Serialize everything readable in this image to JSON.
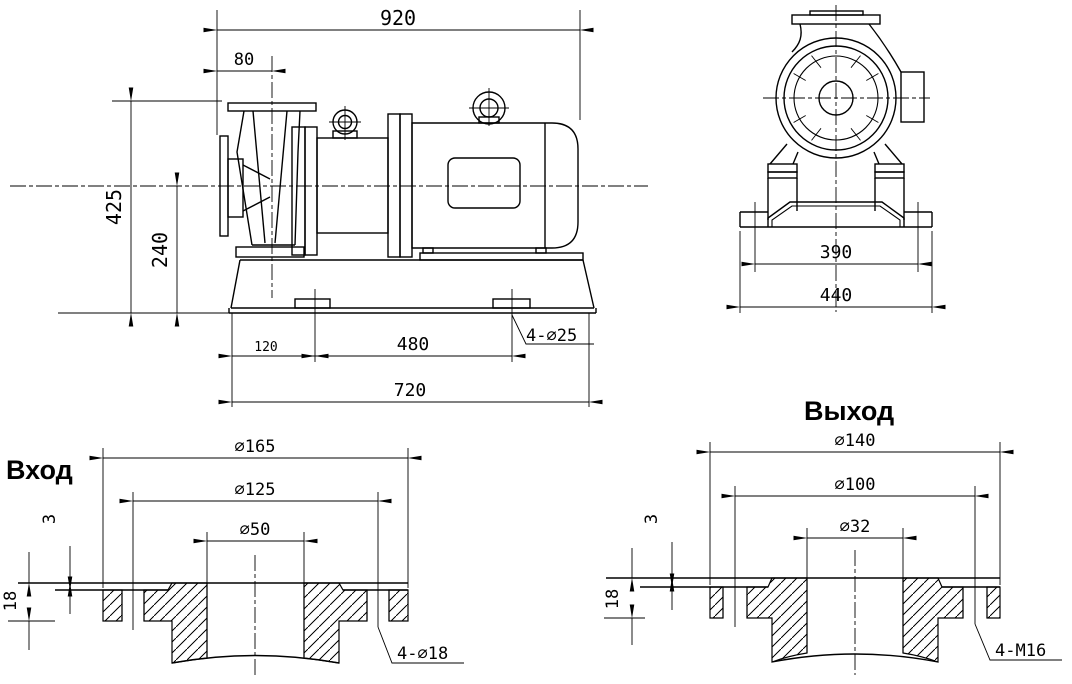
{
  "colors": {
    "ink": "#000000",
    "paper": "#ffffff"
  },
  "views": {
    "side": {
      "dim_overall_length": "920",
      "dim_flange_to_axis": "80",
      "dim_total_height": "425",
      "dim_axis_height": "240",
      "dim_foot_hole_offset": "120",
      "dim_foot_hole_spacing": "480",
      "dim_base_length": "720",
      "label_base_holes": "4-∅25"
    },
    "end": {
      "dim_foot_bolt_span": "390",
      "dim_base_width": "440"
    },
    "inlet": {
      "title": "Вход",
      "dim_flange_od": "∅165",
      "dim_bolt_circle": "∅125",
      "dim_bore": "∅50",
      "dim_raised_face_height": "3",
      "dim_flange_thickness": "18",
      "label_bolt_holes": "4-∅18"
    },
    "outlet": {
      "title": "Выход",
      "dim_flange_od": "∅140",
      "dim_bolt_circle": "∅100",
      "dim_bore": "∅32",
      "dim_raised_face_height": "3",
      "dim_flange_thickness": "18",
      "label_bolt_holes": "4-M16"
    }
  }
}
